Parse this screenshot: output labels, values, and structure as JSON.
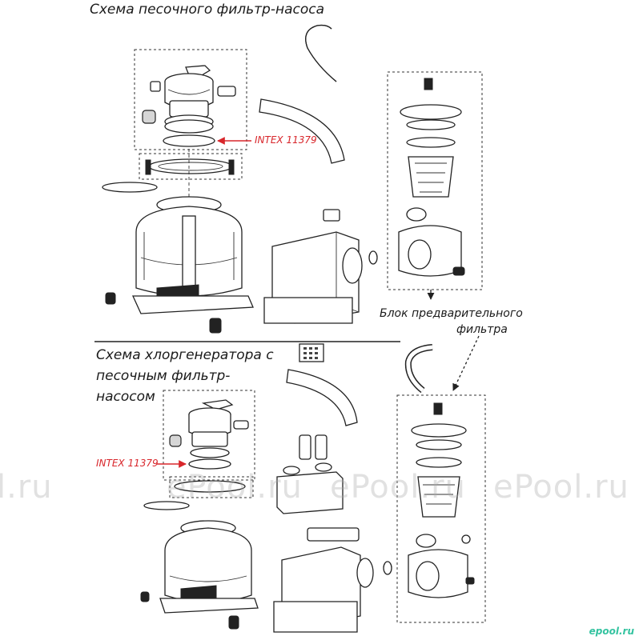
{
  "section1": {
    "title": "Схема песочного фильтр-насоса",
    "part_label": "INTEX 11379",
    "prefilter_label_line1": "Блок предварительного",
    "prefilter_label_line2": "фильтра"
  },
  "section2": {
    "title_line1": "Схема хлоргенератора с",
    "title_line2": "песочным фильтр-",
    "title_line3": "насосом",
    "part_label": "INTEX 11379"
  },
  "watermarks": [
    "l.ru",
    "ePool.ru",
    "ePool.ru",
    "ePool.ru"
  ],
  "logo": "epool.ru",
  "colors": {
    "accent_red": "#d8262b",
    "line": "#222222",
    "watermark": "#aaaaaa",
    "logo": "#34c3a0"
  }
}
